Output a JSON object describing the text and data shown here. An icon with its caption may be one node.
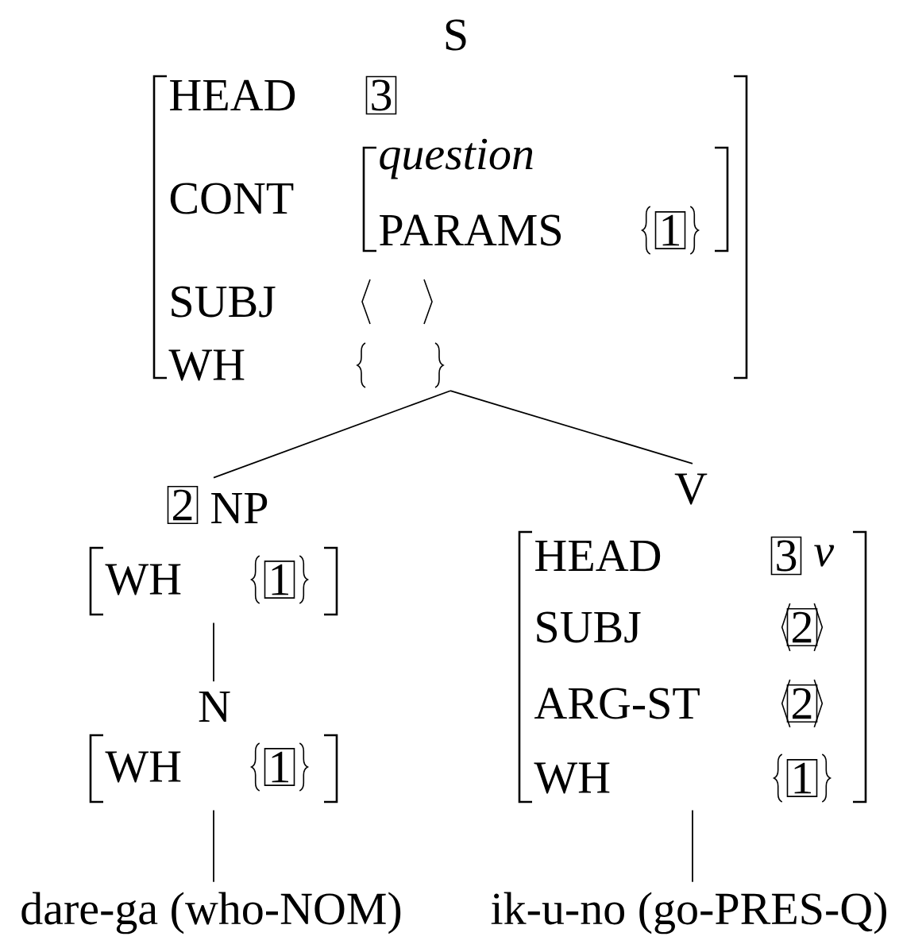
{
  "diagram": {
    "nodes": [
      {
        "text": [
          "S",
          "HEAD",
          "3",
          "CONT",
          "question",
          "PARAMS",
          "1",
          "SUBJ",
          "WH"
        ]
      },
      {
        "text": [
          "2",
          "NP",
          "WH",
          "1"
        ]
      },
      {
        "text": [
          "N",
          "WH",
          "1"
        ]
      },
      {
        "text": [
          "dare-ga (who-NOM)"
        ]
      },
      {
        "text": [
          "V",
          "HEAD",
          "3",
          "v",
          "SUBJ",
          "2",
          "ARG-ST",
          "2",
          "WH",
          "1"
        ]
      },
      {
        "text": [
          "ik-u-no (go-PRES-Q)"
        ]
      }
    ],
    "edges": [
      {
        "from": 0,
        "to": 1,
        "arrow": "none"
      },
      {
        "from": 0,
        "to": 4,
        "arrow": "none"
      },
      {
        "from": 1,
        "to": 2,
        "arrow": "none"
      },
      {
        "from": 2,
        "to": 3,
        "arrow": "none"
      },
      {
        "from": 4,
        "to": 5,
        "arrow": "none"
      }
    ]
  }
}
